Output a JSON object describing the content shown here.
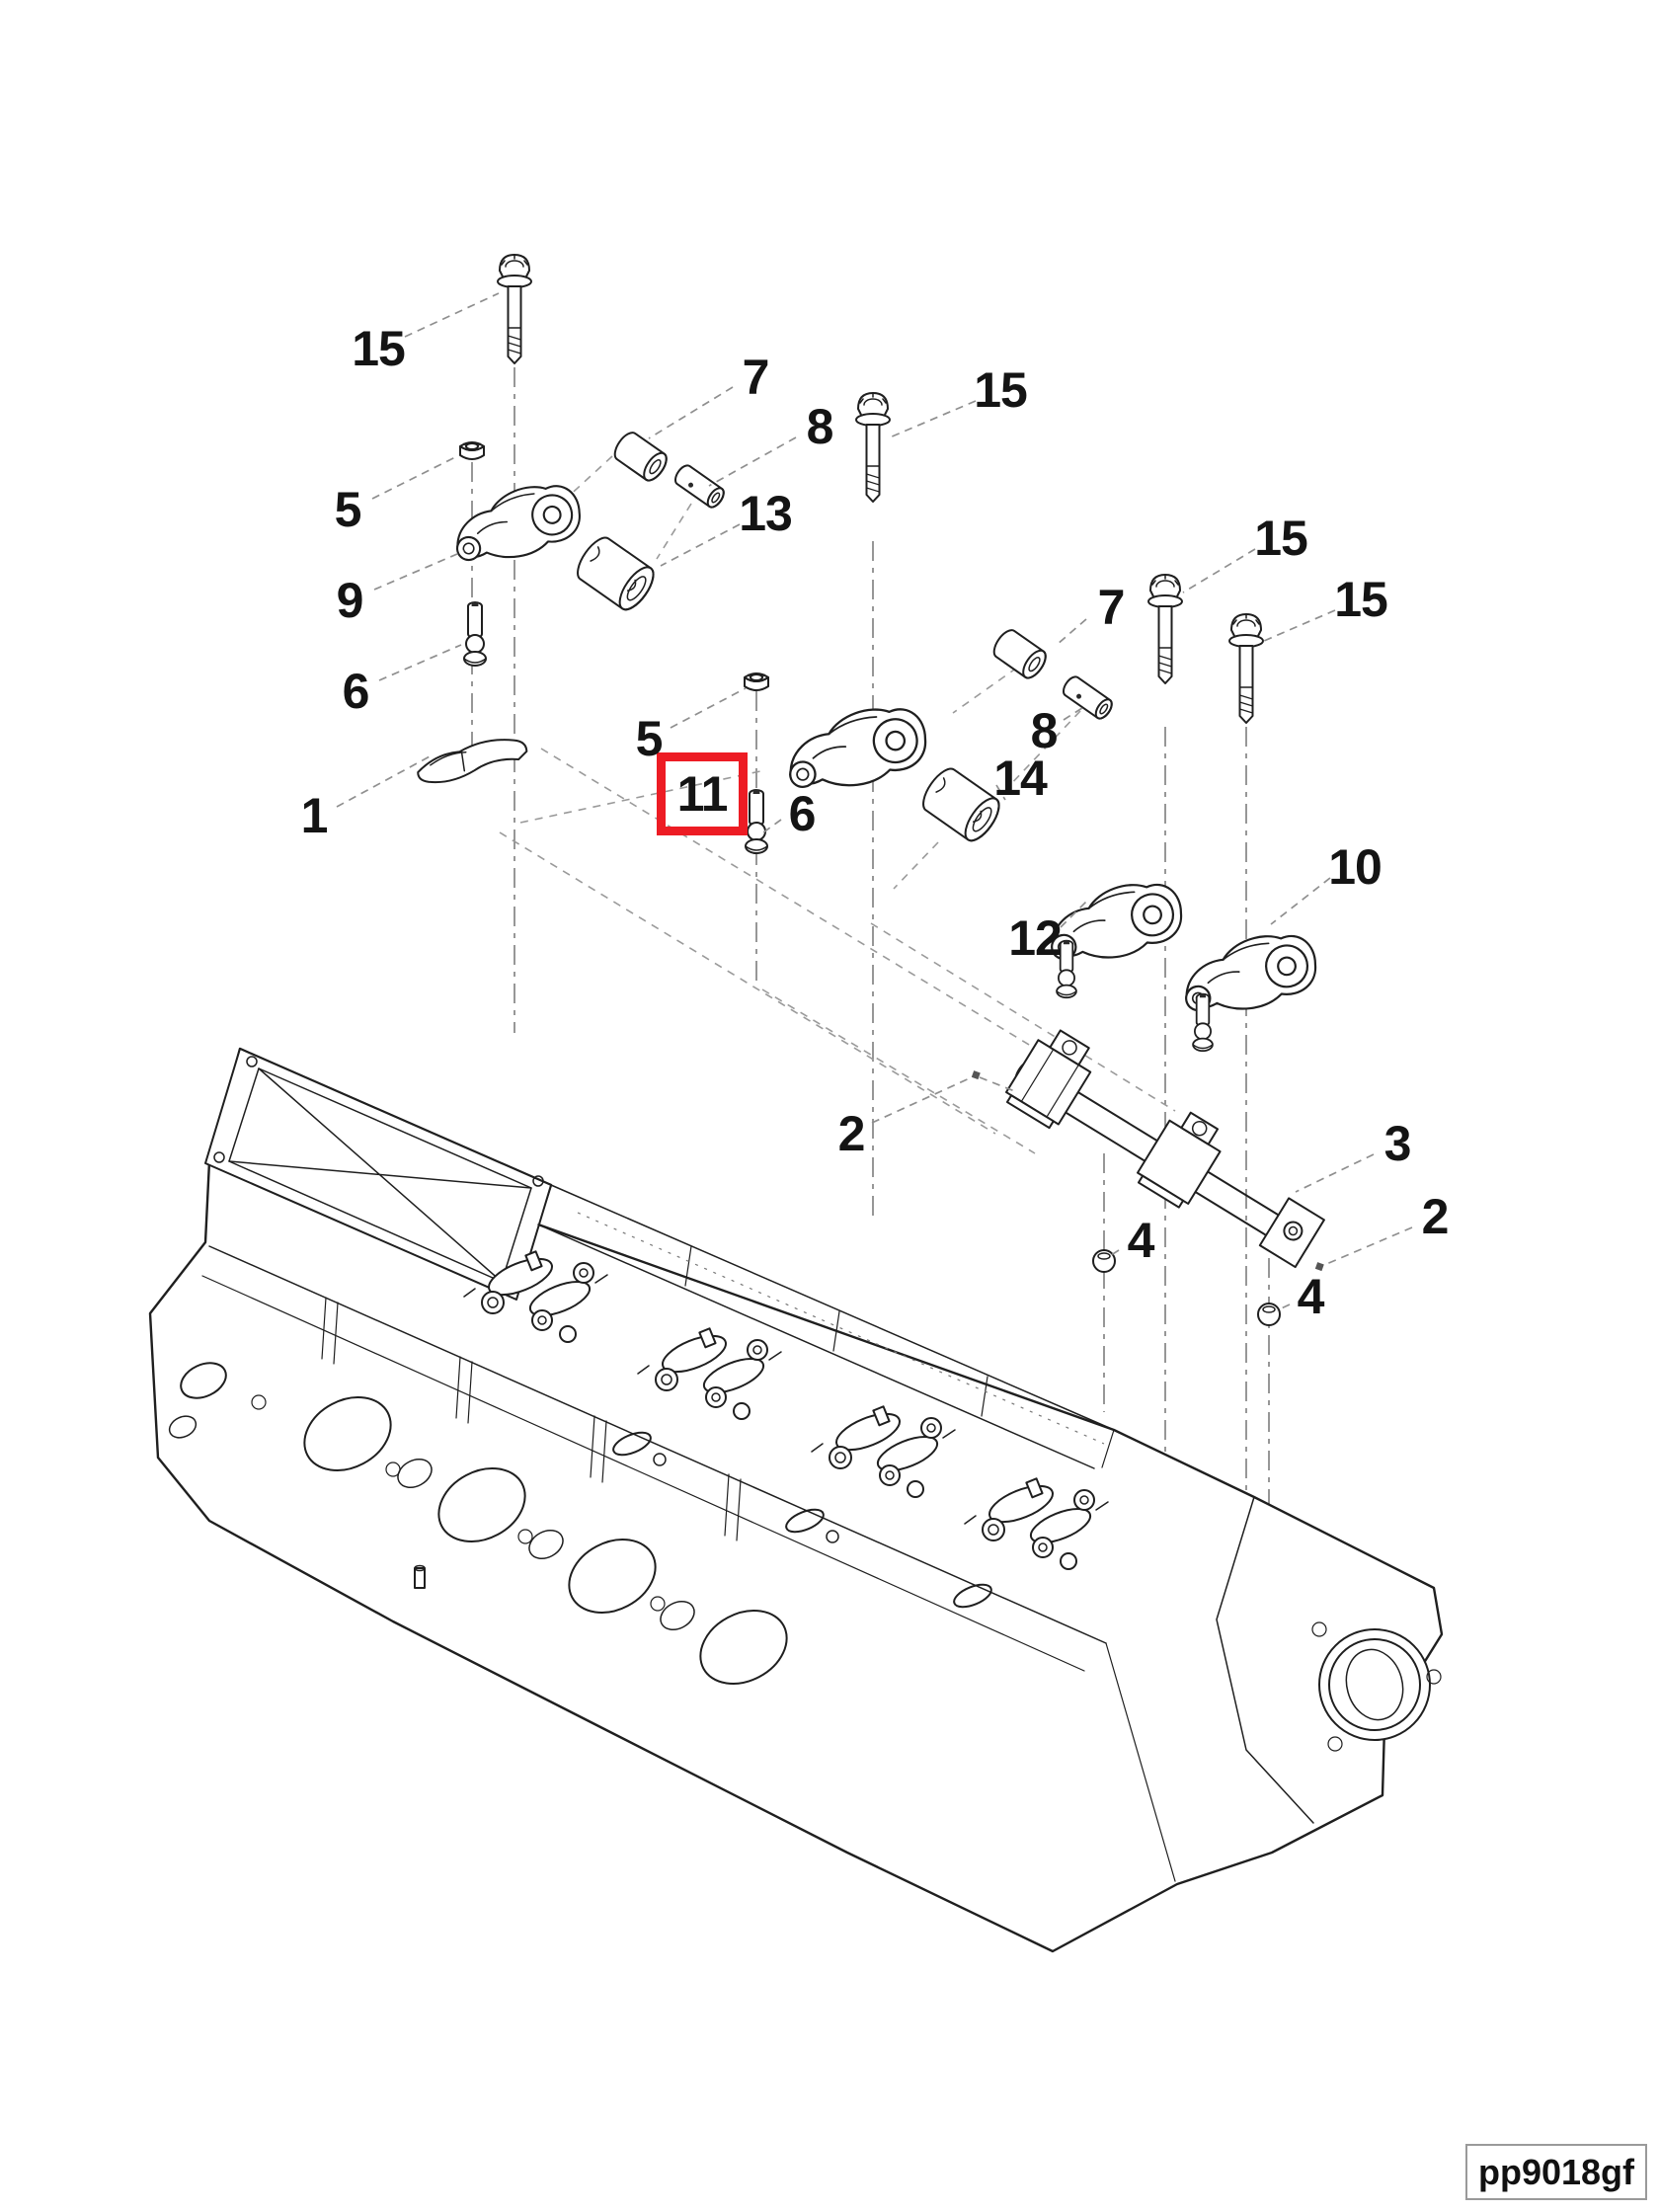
{
  "diagram": {
    "type": "exploded-parts-diagram",
    "subject": "cylinder-head-rocker-arm-assembly",
    "background": "#ffffff",
    "colors": {
      "line": "#1f1f1f",
      "leader": "#8f8f8f",
      "centerline": "#757575",
      "highlight": "#ED1C24",
      "text": "#141414"
    },
    "highlighted_callout": "11",
    "part_code": "pp9018gf",
    "callouts": [
      {
        "label": "15"
      },
      {
        "label": "7"
      },
      {
        "label": "15"
      },
      {
        "label": "8"
      },
      {
        "label": "5"
      },
      {
        "label": "13"
      },
      {
        "label": "15"
      },
      {
        "label": "15"
      },
      {
        "label": "9"
      },
      {
        "label": "7"
      },
      {
        "label": "6"
      },
      {
        "label": "8"
      },
      {
        "label": "5"
      },
      {
        "label": "14"
      },
      {
        "label": "11"
      },
      {
        "label": "6"
      },
      {
        "label": "1"
      },
      {
        "label": "10"
      },
      {
        "label": "12"
      },
      {
        "label": "2"
      },
      {
        "label": "3"
      },
      {
        "label": "2"
      },
      {
        "label": "4"
      },
      {
        "label": "4"
      }
    ]
  }
}
